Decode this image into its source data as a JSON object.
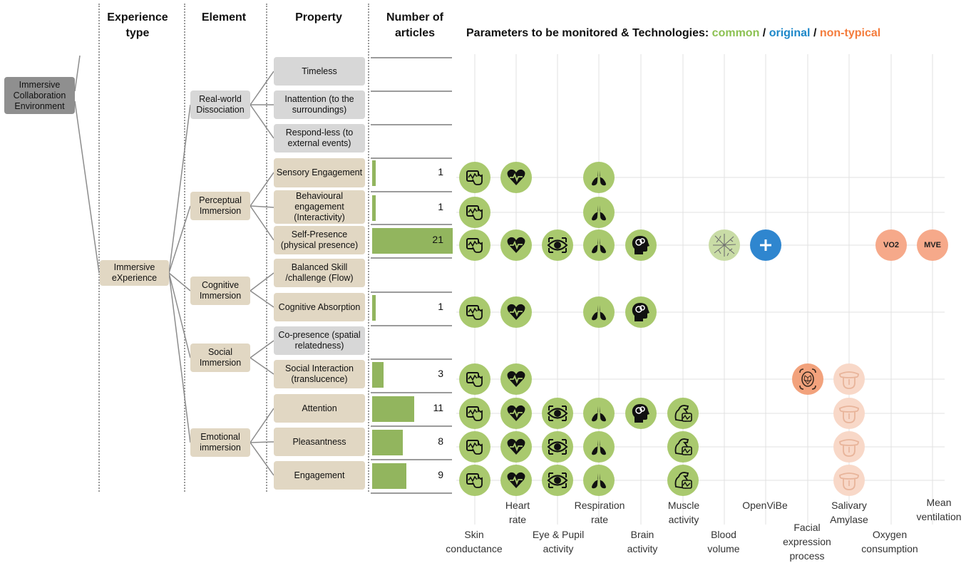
{
  "headers": {
    "experience_type": "Experience type",
    "element": "Element",
    "property": "Property",
    "number_of_articles": "Number of articles",
    "parameters_prefix": "Parameters to be monitored & Technologies:",
    "legend_common": "common",
    "legend_original": "original",
    "legend_nontypical": "non-typical",
    "slash": "/"
  },
  "root": "Immersive Collaboration Environment",
  "experience_types": [
    "Immersive eXperience"
  ],
  "elements": {
    "real_world": "Real-world Dissociation",
    "perceptual": "Perceptual Immersion",
    "cognitive": "Cognitive Immersion",
    "social": "Social Immersion",
    "emotional": "Emotional immersion"
  },
  "properties": [
    {
      "label": "Timeless",
      "count": null
    },
    {
      "label": "Inattention (to the surroundings)",
      "count": null
    },
    {
      "label": "Respond-less (to external events)",
      "count": null
    },
    {
      "label": "Sensory Engagement",
      "count": 1
    },
    {
      "label": "Behavioural engagement (Interactivity)",
      "count": 1
    },
    {
      "label": "Self-Presence (physical presence)",
      "count": 21
    },
    {
      "label": "Balanced Skill /challenge (Flow)",
      "count": null
    },
    {
      "label": "Cognitive Absorption",
      "count": 1
    },
    {
      "label": "Co-presence (spatial relatedness)",
      "count": null
    },
    {
      "label": "Social Interaction (translucence)",
      "count": 3
    },
    {
      "label": "Attention",
      "count": 11
    },
    {
      "label": "Pleasantness",
      "count": 8
    },
    {
      "label": "Engagement",
      "count": 9
    }
  ],
  "parameters": [
    {
      "key": "skin",
      "label": "Skin conductance",
      "category": "common"
    },
    {
      "key": "heart",
      "label": "Heart rate",
      "category": "common"
    },
    {
      "key": "eye",
      "label": "Eye & Pupil activity",
      "category": "common"
    },
    {
      "key": "resp",
      "label": "Respiration rate",
      "category": "common"
    },
    {
      "key": "brain",
      "label": "Brain activity",
      "category": "common"
    },
    {
      "key": "muscle",
      "label": "Muscle activity",
      "category": "common"
    },
    {
      "key": "blood",
      "label": "Blood volume",
      "category": "common"
    },
    {
      "key": "openvibe",
      "label": "OpenViBe",
      "category": "original"
    },
    {
      "key": "facial",
      "label": "Facial expression process",
      "category": "non-typical"
    },
    {
      "key": "saliva",
      "label": "Salivary Amylase",
      "category": "non-typical"
    },
    {
      "key": "oxygen",
      "label": "Oxygen consumption",
      "category": "non-typical"
    },
    {
      "key": "mve",
      "label": "Mean ventilation",
      "category": "non-typical"
    }
  ],
  "icon_text": {
    "oxygen": "VO2",
    "mve": "MVE"
  },
  "matrix": [
    {
      "row": 3,
      "params": [
        "skin",
        "heart",
        "resp"
      ]
    },
    {
      "row": 4,
      "params": [
        "skin",
        "resp"
      ]
    },
    {
      "row": 5,
      "params": [
        "skin",
        "heart",
        "eye",
        "resp",
        "brain",
        "blood",
        "openvibe",
        "oxygen",
        "mve"
      ]
    },
    {
      "row": 7,
      "params": [
        "skin",
        "heart",
        "resp",
        "brain"
      ]
    },
    {
      "row": 9,
      "params": [
        "skin",
        "heart",
        "facial",
        "saliva"
      ]
    },
    {
      "row": 10,
      "params": [
        "skin",
        "heart",
        "eye",
        "resp",
        "brain",
        "muscle",
        "saliva"
      ]
    },
    {
      "row": 11,
      "params": [
        "skin",
        "heart",
        "eye",
        "resp",
        "muscle",
        "saliva"
      ]
    },
    {
      "row": 12,
      "params": [
        "skin",
        "heart",
        "eye",
        "resp",
        "muscle",
        "saliva"
      ]
    }
  ],
  "colors": {
    "common": "#8cc152",
    "original": "#1e88c9",
    "nontypical": "#f47c3c",
    "bar": "#92b55e"
  }
}
